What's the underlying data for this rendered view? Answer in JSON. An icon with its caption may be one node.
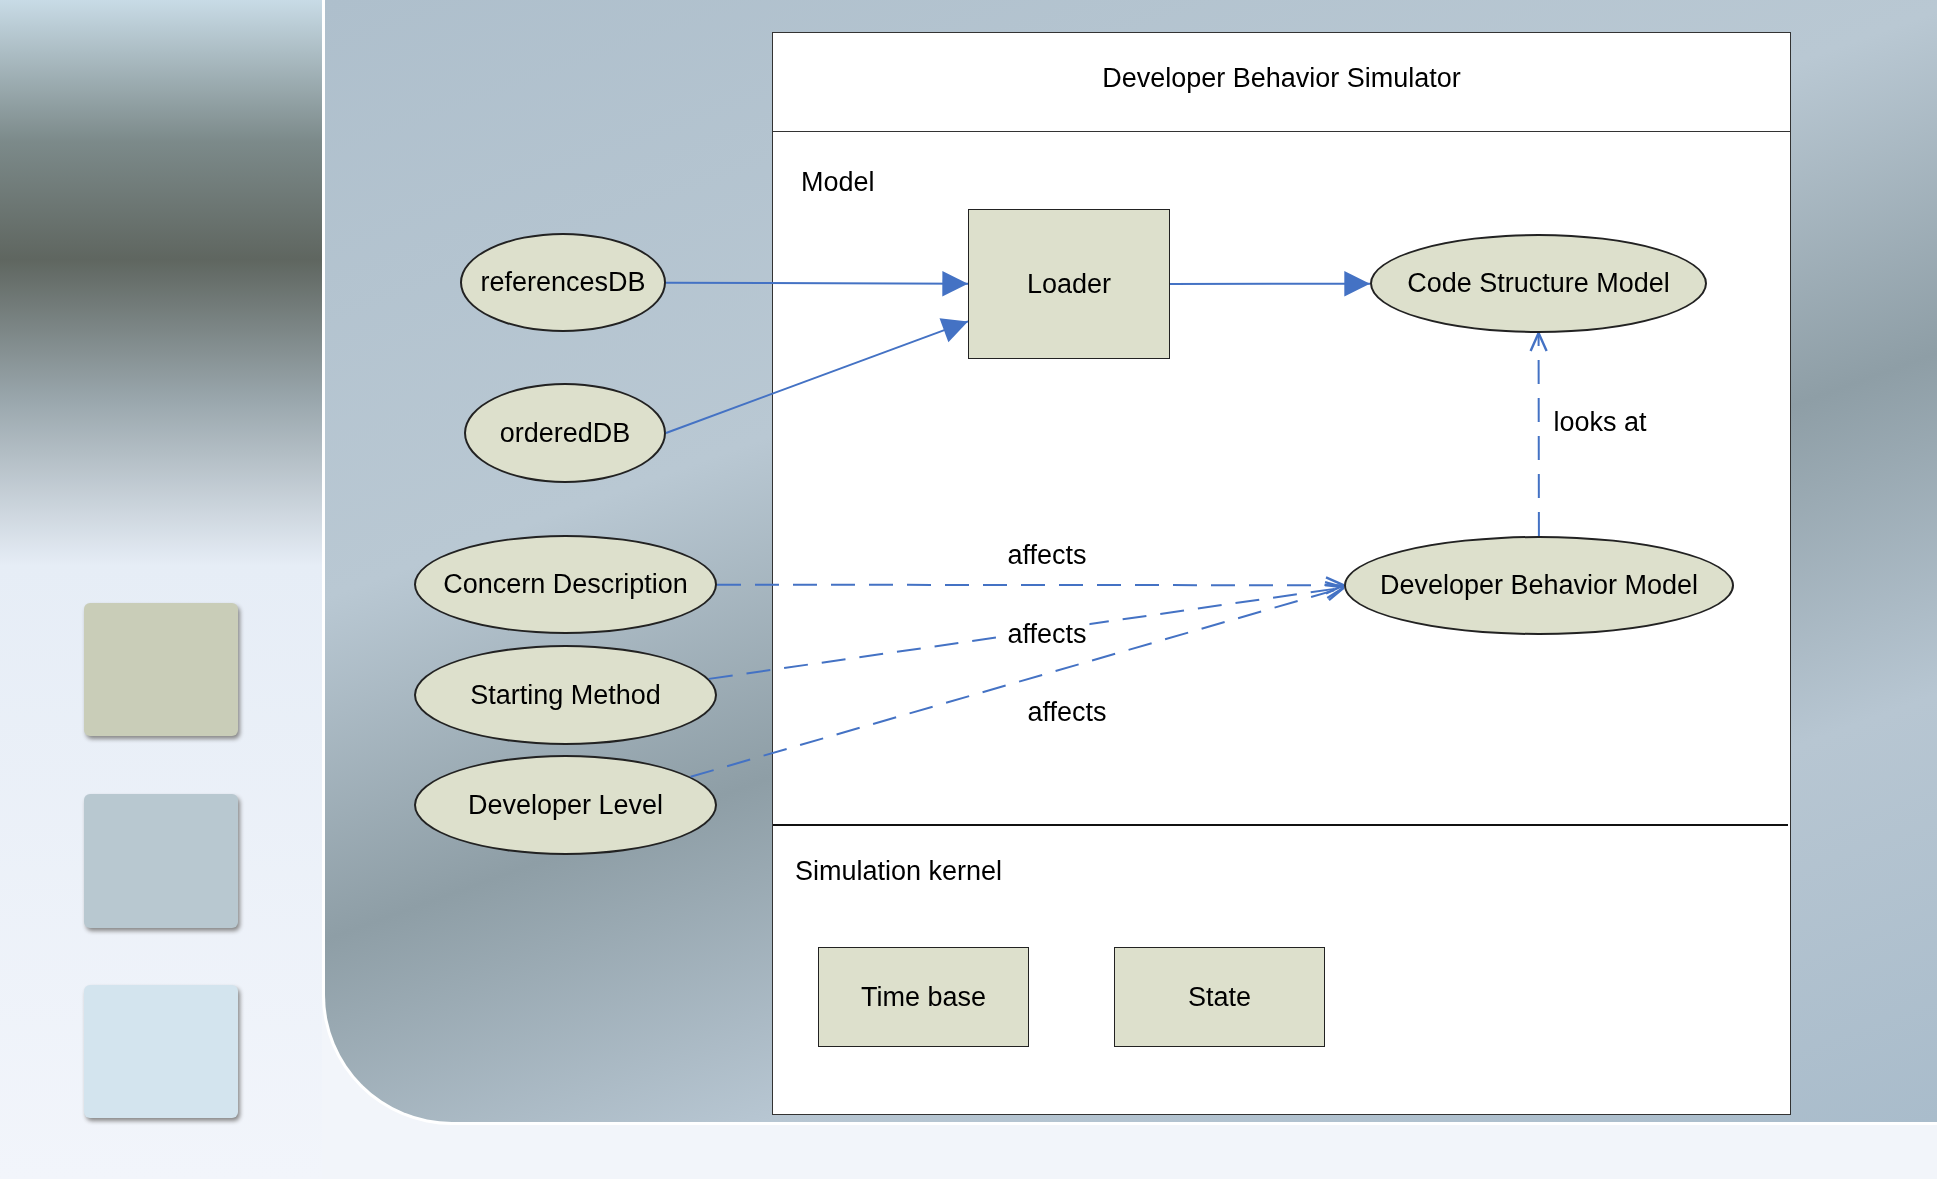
{
  "diagram": {
    "nodes": [
      {
        "text": [
          "Developer Behavior Simulator"
        ]
      },
      {
        "text": [
          "Model"
        ],
        "in": 0
      },
      {
        "text": [
          "Simulation kernel"
        ],
        "in": 0
      },
      {
        "text": [
          "Loader"
        ],
        "in": 1
      },
      {
        "text": [
          "Code Structure Model"
        ],
        "in": 1
      },
      {
        "text": [
          "Developer Behavior Model"
        ],
        "in": 1
      },
      {
        "text": [
          "referencesDB"
        ]
      },
      {
        "text": [
          "orderedDB"
        ]
      },
      {
        "text": [
          "Concern Description"
        ]
      },
      {
        "text": [
          "Starting Method"
        ]
      },
      {
        "text": [
          "Developer Level"
        ]
      },
      {
        "text": [
          "Time base"
        ],
        "in": 2
      },
      {
        "text": [
          "State"
        ],
        "in": 2
      }
    ],
    "edges": [
      {
        "from": 6,
        "to": 3,
        "arrow": "to"
      },
      {
        "from": 7,
        "to": 3,
        "arrow": "to"
      },
      {
        "from": 3,
        "to": 4,
        "arrow": "to"
      },
      {
        "from": 5,
        "to": 4,
        "arrow": "to",
        "label": "looks at",
        "style": "dashed"
      },
      {
        "from": 8,
        "to": 5,
        "arrow": "to",
        "label": "affects",
        "style": "dashed"
      },
      {
        "from": 9,
        "to": 5,
        "arrow": "to",
        "label": "affects",
        "style": "dashed"
      },
      {
        "from": 10,
        "to": 5,
        "arrow": "to",
        "label": "affects",
        "style": "dashed"
      }
    ]
  }
}
